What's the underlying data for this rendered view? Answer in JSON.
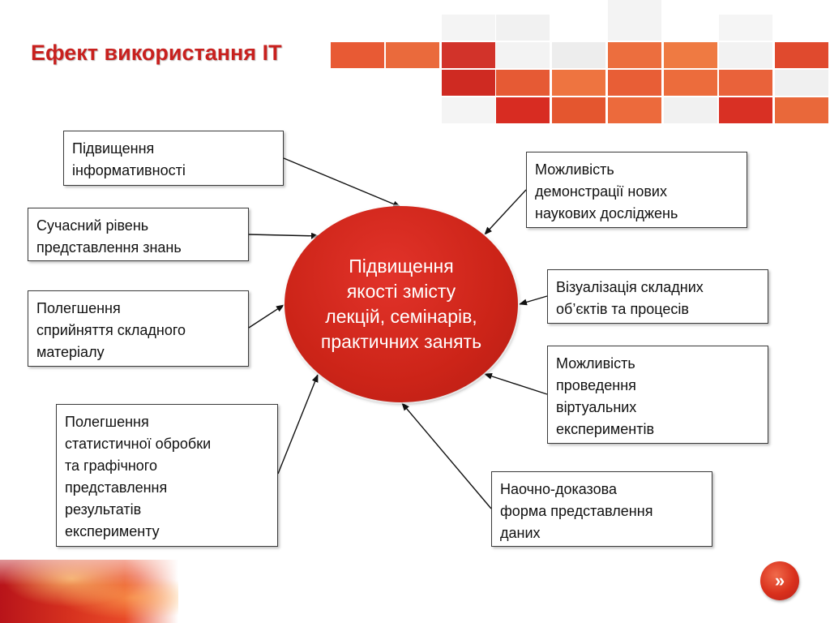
{
  "slide": {
    "title": "Ефект використання ІТ"
  },
  "diagram": {
    "center_text": "Підвищення\nякості змісту\nлекцій, семінарів,\nпрактичних занять",
    "nodes": [
      {
        "id": "n1",
        "text": "Підвищення\nінформативності"
      },
      {
        "id": "n2",
        "text": "Сучасний рівень\nпредставлення знань"
      },
      {
        "id": "n3",
        "text": "Полегшення\nсприйняття складного\nматеріалу"
      },
      {
        "id": "n4",
        "text": "Полегшення\nстатистичної обробки\nта графічного\nпредставлення\nрезультатів\nексперименту"
      },
      {
        "id": "n5",
        "text": "Можливість\nдемонстрації нових\nнаукових досліджень"
      },
      {
        "id": "n6",
        "text": "Візуалізація складних\nоб’єктів та процесів"
      },
      {
        "id": "n7",
        "text": "Можливість\nпроведення\nвіртуальних\nекспериментів"
      },
      {
        "id": "n8",
        "text": "Наочно-доказова\nформа представлення\nданих"
      }
    ]
  },
  "navigation": {
    "next_icon": "double-chevron-right-icon",
    "next_symbol": "»"
  },
  "colors": {
    "accent": "#cc2418",
    "title": "#c8201e"
  }
}
